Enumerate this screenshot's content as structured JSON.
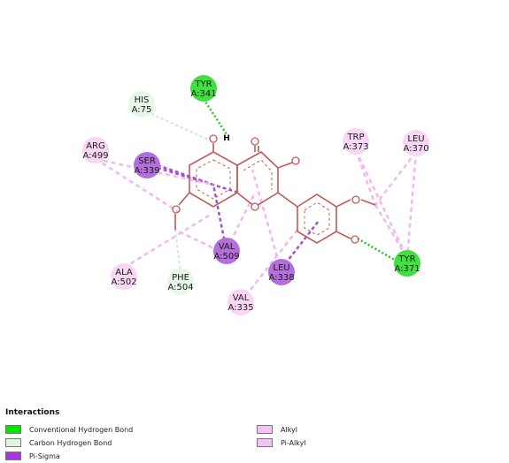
{
  "residues": [
    {
      "name": "TYR",
      "id": "A:341",
      "type": "hbond"
    },
    {
      "name": "HIS",
      "id": "A:75",
      "type": "carbon_hbond"
    },
    {
      "name": "ARG",
      "id": "A:499",
      "type": "alkyl"
    },
    {
      "name": "SER",
      "id": "A:339",
      "type": "pi_sigma"
    },
    {
      "name": "TRP",
      "id": "A:373",
      "type": "alkyl"
    },
    {
      "name": "LEU",
      "id": "A:370",
      "type": "alkyl"
    },
    {
      "name": "VAL",
      "id": "A:509",
      "type": "pi_sigma"
    },
    {
      "name": "LEU",
      "id": "A:338",
      "type": "pi_sigma"
    },
    {
      "name": "TYR",
      "id": "A:371",
      "type": "hbond"
    },
    {
      "name": "ALA",
      "id": "A:502",
      "type": "alkyl"
    },
    {
      "name": "PHE",
      "id": "A:504",
      "type": "carbon_hbond"
    },
    {
      "name": "VAL",
      "id": "A:335",
      "type": "alkyl"
    }
  ],
  "atom_labels": {
    "hydrogen": "H"
  },
  "legend": {
    "title": "Interactions",
    "items": [
      {
        "label": "Conventional Hydrogen Bond",
        "color": "#00e600"
      },
      {
        "label": "Carbon Hydrogen Bond",
        "color": "#d9f7dc"
      },
      {
        "label": "Pi-Sigma",
        "color": "#a43ad6"
      },
      {
        "label": "Alkyl",
        "color": "#f4c3f1"
      },
      {
        "label": "Pi-Alkyl",
        "color": "#f4c3f1"
      }
    ]
  },
  "colors": {
    "hbond_fill": "#3fe03f",
    "carbon_hbond_fill": "#e6f7e8",
    "pi_sigma_fill": "#b46fdc",
    "alkyl_fill": "#f8d7f5",
    "bond_line": "#c25a56",
    "hbond_line": "#22cc22",
    "carbon_hbond_line": "#c8ecc9",
    "pi_sigma_line": "#a24ed6",
    "alkyl_line": "#f2b8ee"
  }
}
